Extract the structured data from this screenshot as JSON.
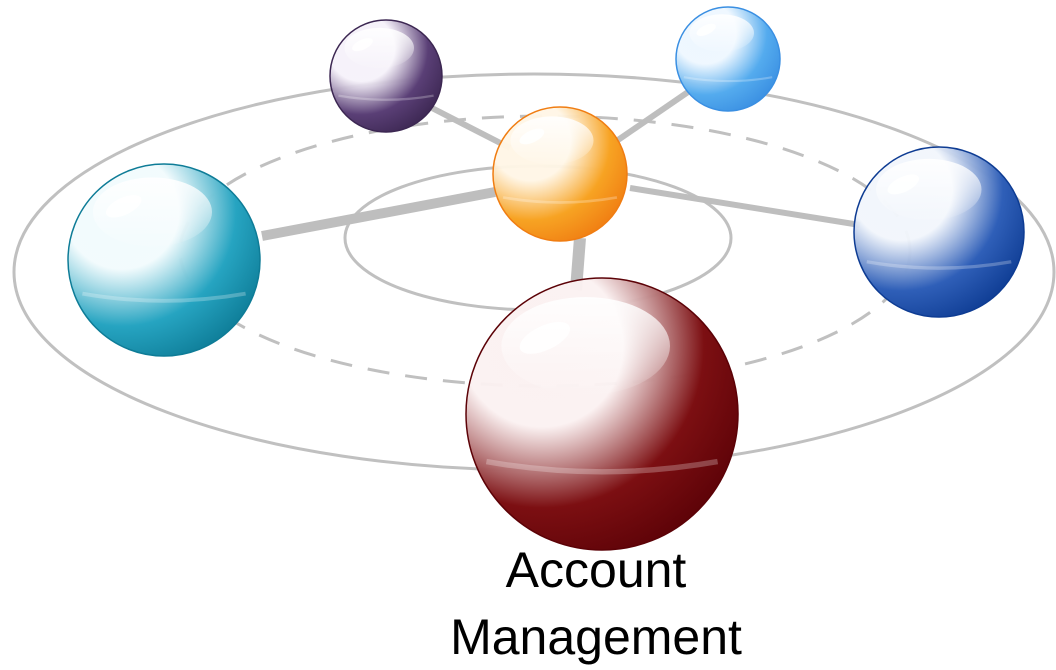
{
  "diagram": {
    "label_lines": [
      "Account",
      "Management"
    ],
    "orbit_color": "#c0c0c0",
    "connector_color": "#bebebe",
    "spheres": [
      {
        "id": "hub",
        "name": "hub-sphere-orange",
        "base": "#f7a323",
        "dark": "#f07d12",
        "light": "#fff6e6"
      },
      {
        "id": "left",
        "name": "sphere-teal",
        "base": "#26a4c1",
        "dark": "#0e7c97",
        "light": "#f2fbfd"
      },
      {
        "id": "top_left",
        "name": "sphere-purple",
        "base": "#5a3f76",
        "dark": "#3c2752",
        "light": "#f6f2fa"
      },
      {
        "id": "top_right",
        "name": "sphere-light-blue",
        "base": "#54abee",
        "dark": "#3a8fe2",
        "light": "#eef7ff"
      },
      {
        "id": "right",
        "name": "sphere-blue",
        "base": "#2f5fb8",
        "dark": "#0e3c93",
        "light": "#f2f6fc"
      },
      {
        "id": "bottom",
        "name": "sphere-maroon",
        "base": "#7c0f12",
        "dark": "#5c0207",
        "light": "#fbf1f1"
      }
    ]
  }
}
